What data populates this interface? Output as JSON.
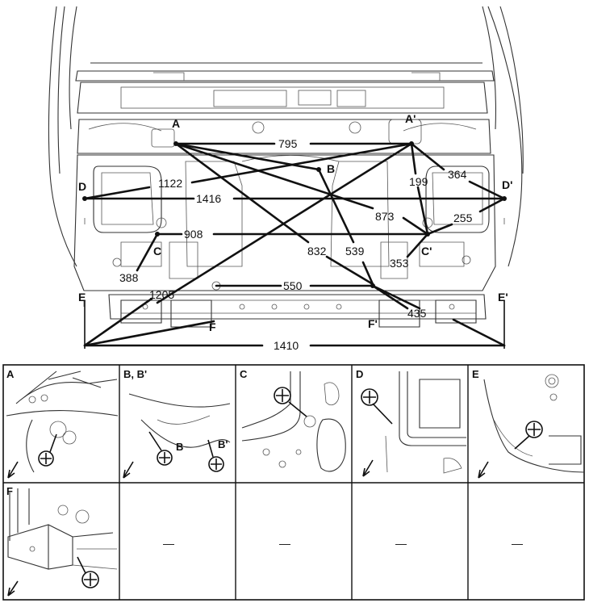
{
  "points": {
    "A": "A",
    "A_prime": "A'",
    "B": "B",
    "C": "C",
    "C_prime": "C'",
    "D": "D",
    "D_prime": "D'",
    "E": "E",
    "E_prime": "E'",
    "F": "F",
    "F_prime": "F'"
  },
  "dimensions": {
    "d795": "795",
    "d1122": "1122",
    "d1416": "1416",
    "d908": "908",
    "d832": "832",
    "d539": "539",
    "d550": "550",
    "d1205": "1205",
    "d388": "388",
    "d199": "199",
    "d364": "364",
    "d873": "873",
    "d255": "255",
    "d353": "353",
    "d435": "435",
    "d1410": "1410"
  },
  "detail_cells": {
    "a": "A",
    "b": "B, B'",
    "c": "C",
    "d": "D",
    "e": "E",
    "f": "F",
    "b_sub1": "B",
    "b_sub2": "B'",
    "empty_mark": "—"
  }
}
